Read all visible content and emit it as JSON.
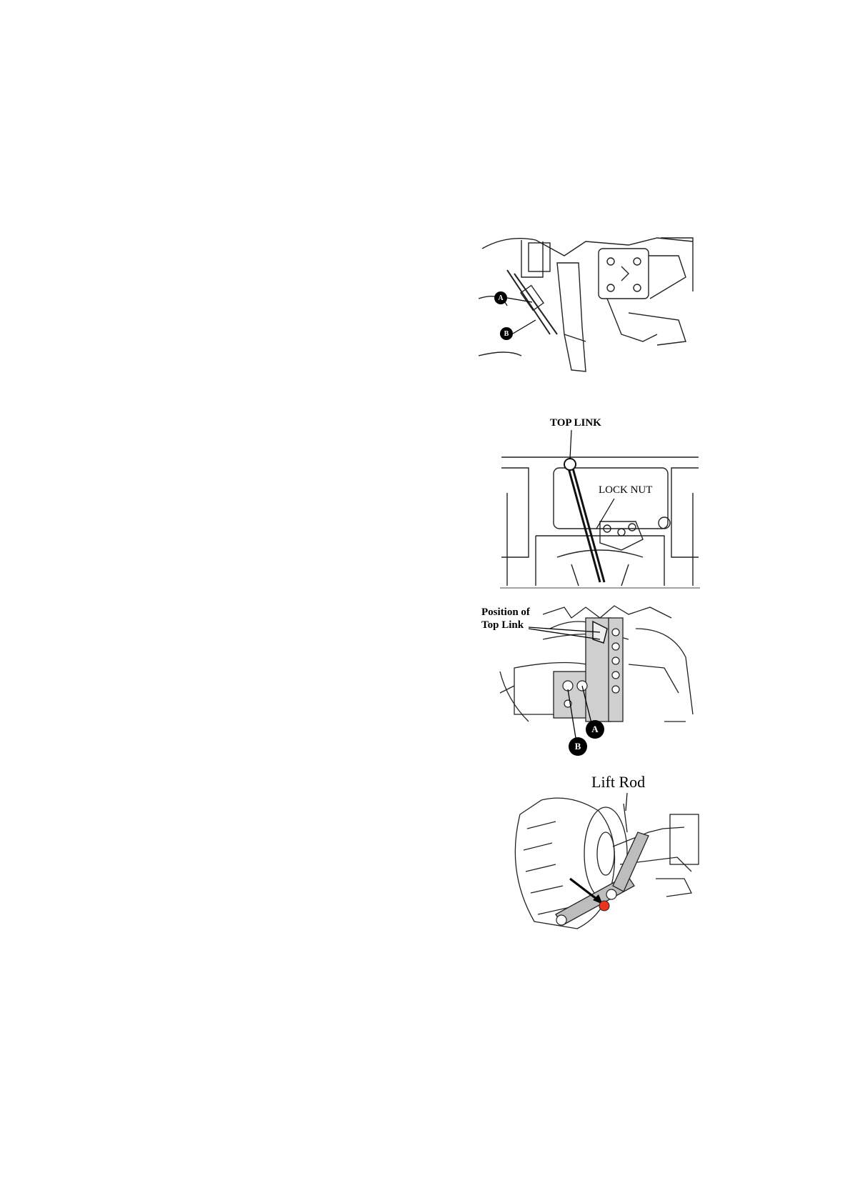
{
  "figures": {
    "fig1": {
      "callouts": [
        "A",
        "B"
      ]
    },
    "fig2": {
      "labels": [
        "TOP LINK",
        "LOCK NUT"
      ]
    },
    "fig3": {
      "title_line1": "Position of",
      "title_line2": "Top Link",
      "callouts": [
        "A",
        "B"
      ]
    },
    "fig4": {
      "labels": [
        "Lift Rod"
      ],
      "marker_color": "#e8351c"
    }
  }
}
